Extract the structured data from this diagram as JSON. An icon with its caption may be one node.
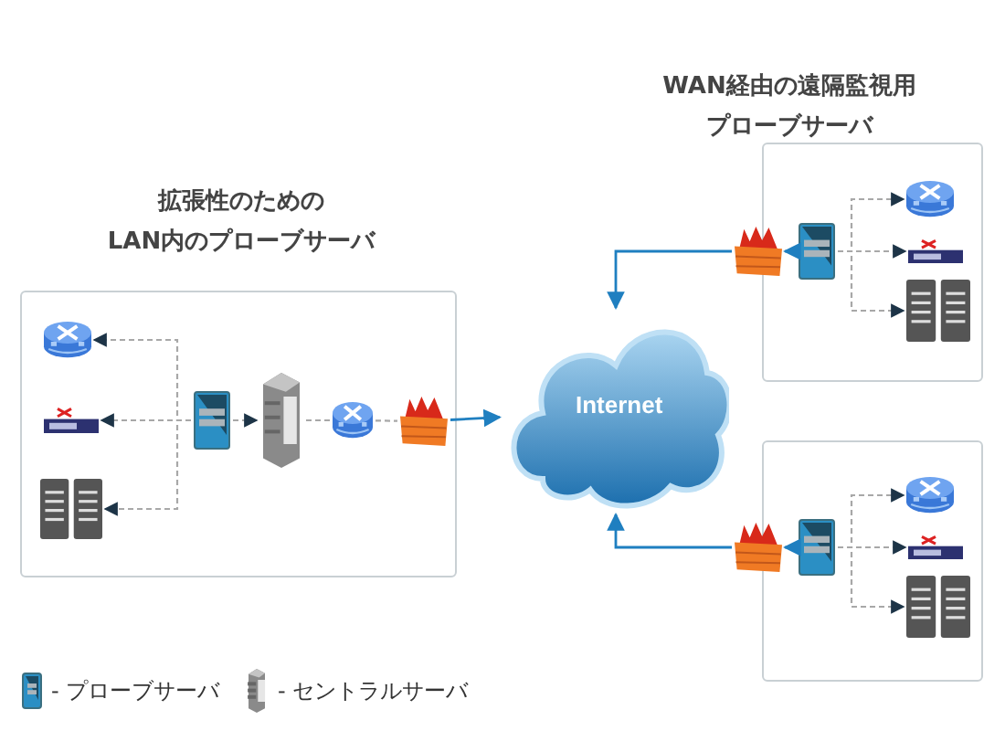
{
  "diagram": {
    "nodes": [
      {
        "text": [
          "拡張性のための LAN内のプローブサーバ"
        ]
      },
      {
        "text": [],
        "shape": "picture",
        "in": 0
      },
      {
        "text": [],
        "shape": "picture",
        "in": 0
      },
      {
        "text": [],
        "shape": "picture",
        "in": 0
      },
      {
        "text": [],
        "shape": "picture",
        "in": 0
      },
      {
        "text": [],
        "shape": "picture",
        "in": 0
      },
      {
        "text": [],
        "shape": "picture",
        "in": 0
      },
      {
        "text": [],
        "shape": "picture",
        "in": 0
      },
      {
        "text": [
          "Internet"
        ]
      },
      {
        "text": [
          "WAN経由の遠隔監視用プローブサーバ"
        ]
      },
      {
        "text": [],
        "shape": "picture"
      },
      {
        "text": [],
        "shape": "picture",
        "in": 9
      },
      {
        "text": [],
        "shape": "picture",
        "in": 9
      },
      {
        "text": [],
        "shape": "picture",
        "in": 9
      },
      {
        "text": [],
        "shape": "picture",
        "in": 9
      },
      {
        "text": [],
        "shape": "box"
      },
      {
        "text": [],
        "shape": "picture"
      },
      {
        "text": [],
        "shape": "picture",
        "in": 15
      },
      {
        "text": [],
        "shape": "picture",
        "in": 15
      },
      {
        "text": [],
        "shape": "picture",
        "in": 15
      },
      {
        "text": [],
        "shape": "picture",
        "in": 15
      }
    ],
    "edges": [
      {
        "from": 4,
        "to": 1,
        "arrow": "to",
        "style": "dashed"
      },
      {
        "from": 4,
        "to": 2,
        "arrow": "to",
        "style": "dashed"
      },
      {
        "from": 4,
        "to": 3,
        "arrow": "to",
        "style": "dashed"
      },
      {
        "from": 4,
        "to": 5,
        "arrow": "to",
        "style": "dashed"
      },
      {
        "from": 5,
        "to": 6,
        "arrow": "none",
        "style": "dashed"
      },
      {
        "from": 6,
        "to": 7,
        "arrow": "none",
        "style": "dashed"
      },
      {
        "from": 7,
        "to": 8,
        "arrow": "to",
        "color": "#1f7fc0"
      },
      {
        "from": 10,
        "to": 8,
        "arrow": "to",
        "color": "#1f7fc0"
      },
      {
        "from": 11,
        "to": 10,
        "arrow": "to",
        "color": "#1f7fc0"
      },
      {
        "from": 11,
        "to": 12,
        "arrow": "to",
        "style": "dashed"
      },
      {
        "from": 11,
        "to": 13,
        "arrow": "to",
        "style": "dashed"
      },
      {
        "from": 11,
        "to": 14,
        "arrow": "to",
        "style": "dashed"
      },
      {
        "from": 16,
        "to": 8,
        "arrow": "to",
        "color": "#1f7fc0"
      },
      {
        "from": 17,
        "to": 16,
        "arrow": "to",
        "color": "#1f7fc0"
      },
      {
        "from": 17,
        "to": 18,
        "arrow": "to",
        "style": "dashed"
      },
      {
        "from": 17,
        "to": 19,
        "arrow": "to",
        "style": "dashed"
      },
      {
        "from": 17,
        "to": 20,
        "arrow": "to",
        "style": "dashed"
      }
    ],
    "legend": [
      {
        "text": "- プローブサーバ"
      },
      {
        "text": "- セントラルサーバ"
      }
    ]
  }
}
